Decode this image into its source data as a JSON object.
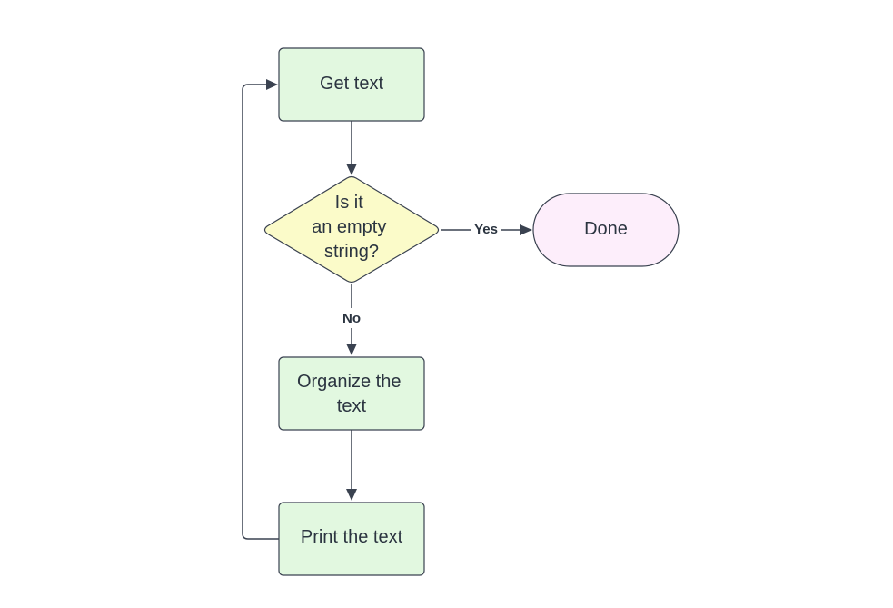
{
  "nodes": {
    "get_text": {
      "lines": [
        "Get text"
      ],
      "fill": "#e2f8e0",
      "stroke": "#3a4250"
    },
    "decision": {
      "lines": [
        "Is it",
        "an empty",
        "string?"
      ],
      "fill": "#fbfbc9",
      "stroke": "#3a4250"
    },
    "done": {
      "lines": [
        "Done"
      ],
      "fill": "#fdeefb",
      "stroke": "#3a4250"
    },
    "organize": {
      "lines": [
        "Organize the",
        "text"
      ],
      "fill": "#e2f8e0",
      "stroke": "#3a4250"
    },
    "print": {
      "lines": [
        "Print the text"
      ],
      "fill": "#e2f8e0",
      "stroke": "#3a4250"
    }
  },
  "edges": {
    "yes_label": "Yes",
    "no_label": "No"
  }
}
